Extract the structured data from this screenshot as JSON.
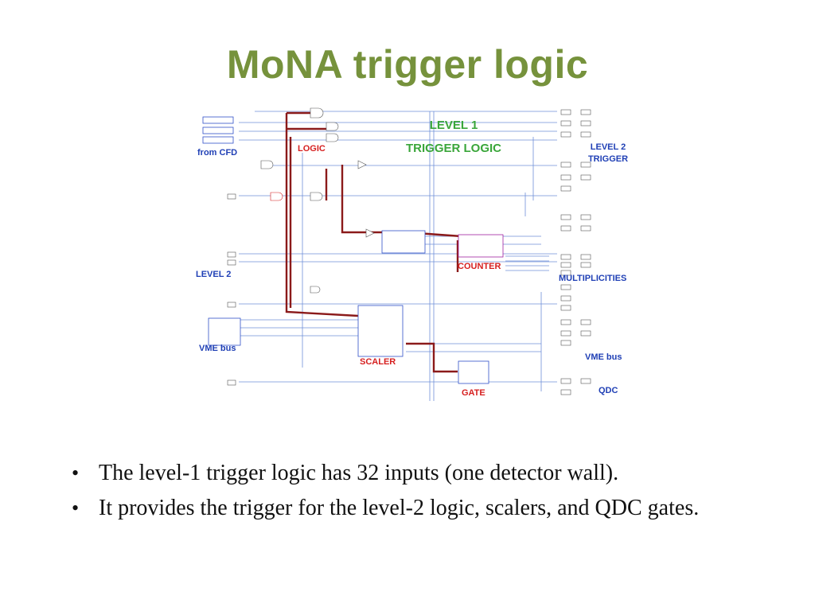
{
  "slide": {
    "title": "MoNA trigger logic"
  },
  "diagram": {
    "labels": {
      "level1_line1": "LEVEL 1",
      "level1_line2": "TRIGGER LOGIC",
      "level2_trigger_line1": "LEVEL 2",
      "level2_trigger_line2": "TRIGGER",
      "from_cfd": "from CFD",
      "logic": "LOGIC",
      "level2_left": "LEVEL 2",
      "counter": "COUNTER",
      "multiplicities": "MULTIPLICITIES",
      "vme_bus_left": "VME bus",
      "vme_bus_right": "VME bus",
      "scaler": "SCALER",
      "gate": "GATE",
      "qdc": "QDC"
    },
    "colors": {
      "green": "#3aa63a",
      "blue": "#1f3fb5",
      "red": "#d61f1f",
      "bus": "#8b1a1a",
      "title": "#76923c"
    }
  },
  "bullets": [
    {
      "text": "The level-1 trigger logic has 32 inputs (one detector wall)."
    },
    {
      "text": "It provides the trigger for the level-2 logic, scalers, and QDC gates."
    }
  ]
}
